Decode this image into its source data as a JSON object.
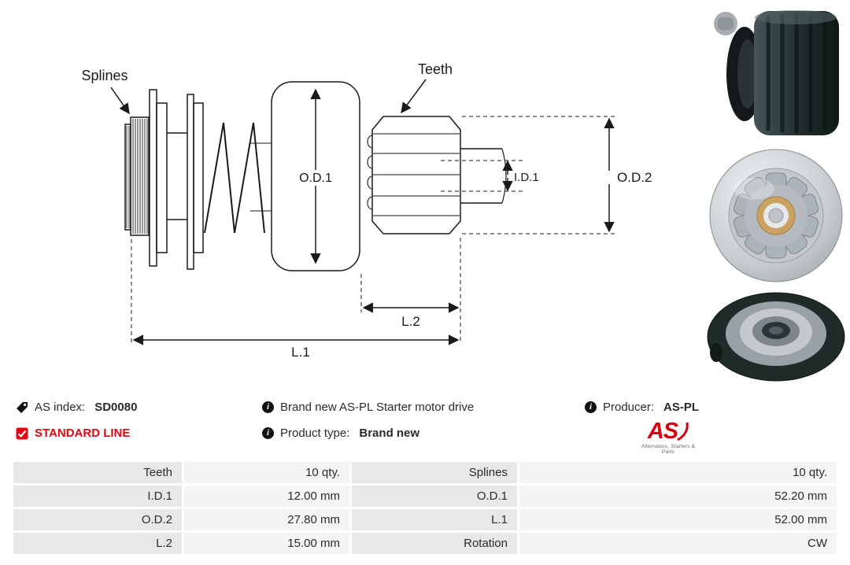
{
  "diagram": {
    "splines_label": "Splines",
    "teeth_label": "Teeth",
    "od1_label": "O.D.1",
    "id1_label": "I.D.1",
    "od2_label": "O.D.2",
    "l2_label": "L.2",
    "l1_label": "L.1"
  },
  "info": {
    "as_index": {
      "label": "AS index:",
      "value": "SD0080"
    },
    "description": "Brand new AS-PL Starter motor drive",
    "producer": {
      "label": "Producer:",
      "value": "AS-PL"
    },
    "standard_line": "STANDARD LINE",
    "product_type": {
      "label": "Product type:",
      "value": "Brand new"
    },
    "logo": {
      "text": "AS",
      "subtext": "Alternators, Starters & Parts"
    }
  },
  "colors": {
    "accent_red": "#e30613",
    "table_label_bg": "#e8e8e8",
    "table_value_bg": "#f4f4f4"
  },
  "table": {
    "rows": [
      [
        {
          "label": "Teeth",
          "value": "10 qty."
        },
        {
          "label": "Splines",
          "value": "10 qty."
        }
      ],
      [
        {
          "label": "I.D.1",
          "value": "12.00 mm"
        },
        {
          "label": "O.D.1",
          "value": "52.20 mm"
        }
      ],
      [
        {
          "label": "O.D.2",
          "value": "27.80 mm"
        },
        {
          "label": "L.1",
          "value": "52.00 mm"
        }
      ],
      [
        {
          "label": "L.2",
          "value": "15.00 mm"
        },
        {
          "label": "Rotation",
          "value": "CW"
        }
      ]
    ]
  }
}
